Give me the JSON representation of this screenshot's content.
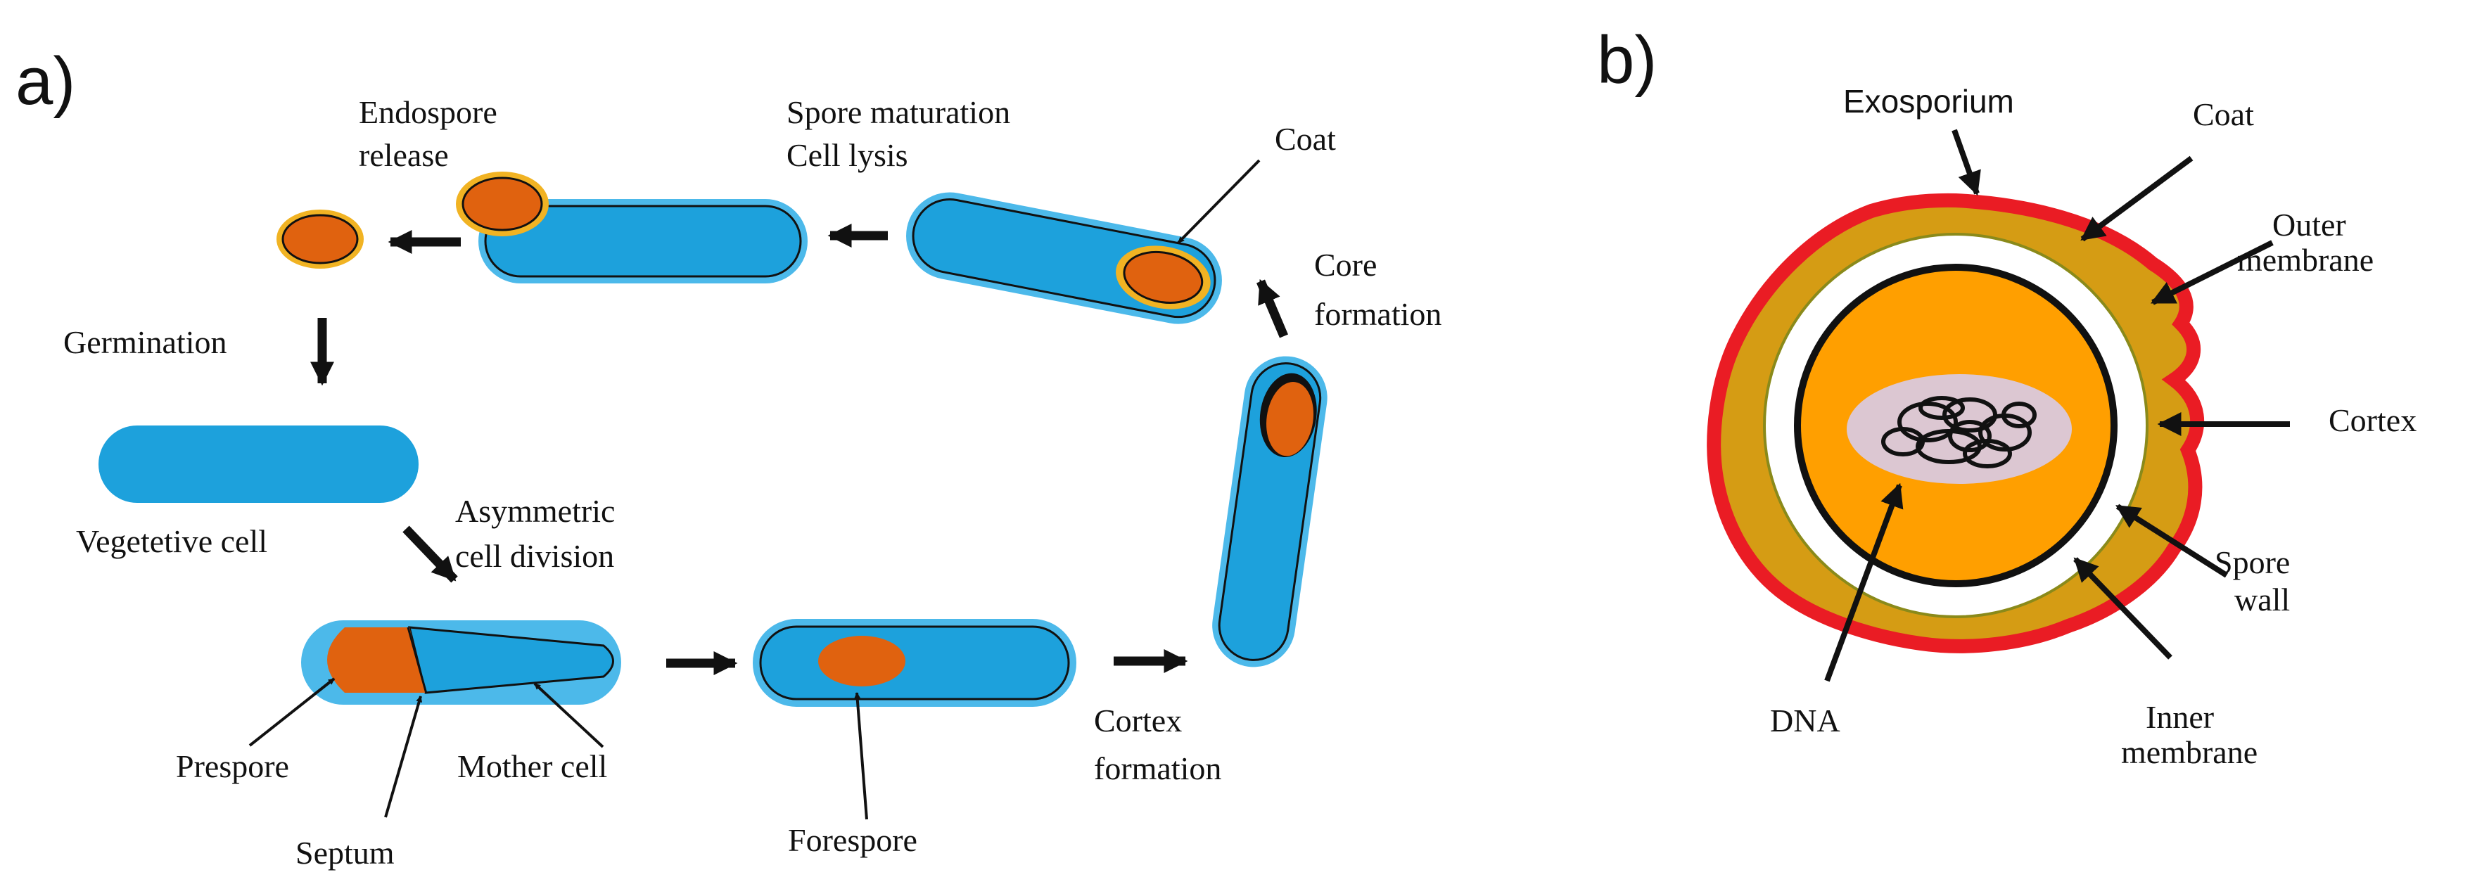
{
  "colors": {
    "cell_blue": "#1da1dc",
    "cell_glow": "#4cb9ea",
    "spore_orange": "#e0620f",
    "coat_yellow": "#f1b323",
    "exosporium_red": "#ea1c24",
    "coat_layer": "#d59c14",
    "core_orange": "#ff9f00",
    "dna_lilac": "#dcc7d2",
    "outline": "#111111"
  },
  "panel_a": {
    "tag": "a)",
    "labels": {
      "endospore_release": [
        "Endospore",
        "release"
      ],
      "spore_maturation": [
        "Spore maturation",
        "Cell lysis"
      ],
      "coat": "Coat",
      "core_formation": [
        "Core",
        "formation"
      ],
      "germination": "Germination",
      "vegetative_cell": "Vegetetive cell",
      "asymmetric_division": [
        "Asymmetric",
        "cell division"
      ],
      "prespore": "Prespore",
      "septum": "Septum",
      "mother_cell": "Mother cell",
      "forespore": "Forespore",
      "cortex_formation": [
        "Cortex",
        "formation"
      ]
    }
  },
  "panel_b": {
    "tag": "b)",
    "labels": {
      "exosporium": "Exosporium",
      "coat": "Coat",
      "outer_membrane": [
        "Outer",
        "membrane"
      ],
      "cortex": "Cortex",
      "spore_wall": [
        "Spore",
        "wall"
      ],
      "inner_membrane": [
        "Inner",
        "membrane"
      ],
      "dna": "DNA"
    }
  }
}
